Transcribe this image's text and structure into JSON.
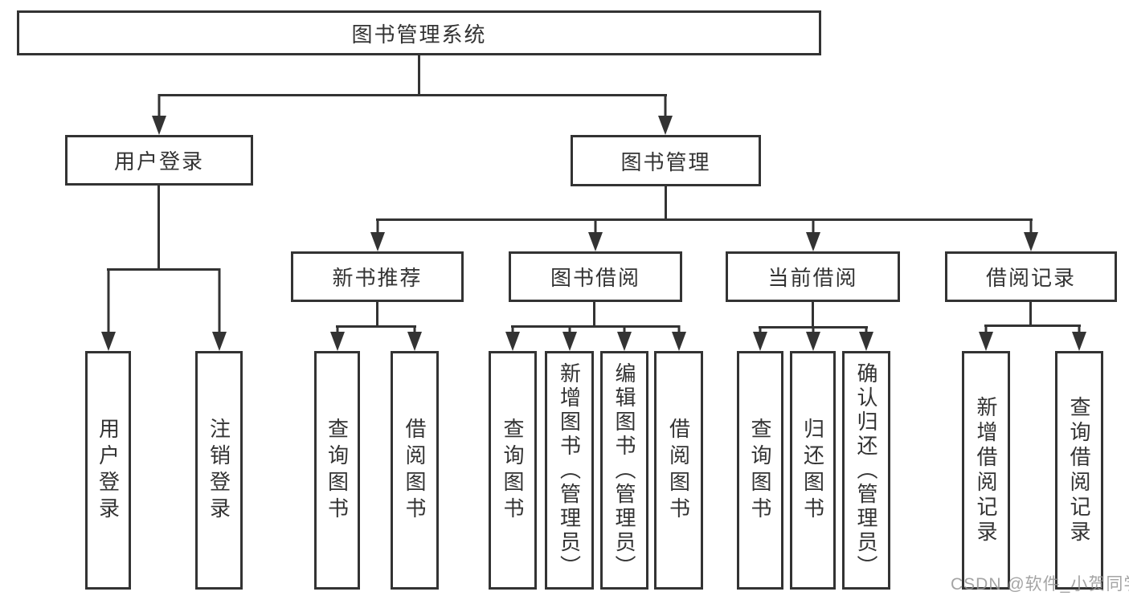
{
  "diagram": {
    "type": "tree",
    "root": "图书管理系统",
    "branches": [
      {
        "label": "用户登录",
        "children": [
          "用户登录",
          "注销登录"
        ]
      },
      {
        "label": "图书管理",
        "children": [
          {
            "label": "新书推荐",
            "children": [
              "查询图书",
              "借阅图书"
            ]
          },
          {
            "label": "图书借阅",
            "children": [
              "查询图书",
              "新增图书（管理员）",
              "编辑图书（管理员）",
              "借阅图书"
            ]
          },
          {
            "label": "当前借阅",
            "children": [
              "查询图书",
              "归还图书",
              "确认归还（管理员）"
            ]
          },
          {
            "label": "借阅记录",
            "children": [
              "新增借阅记录",
              "查询借阅记录"
            ]
          }
        ]
      }
    ]
  },
  "watermark": {
    "text": "CSDN @软件_小贺同学",
    "color": "#949494"
  },
  "colors": {
    "line": "#333333",
    "text": "#333333",
    "background": "#ffffff"
  }
}
